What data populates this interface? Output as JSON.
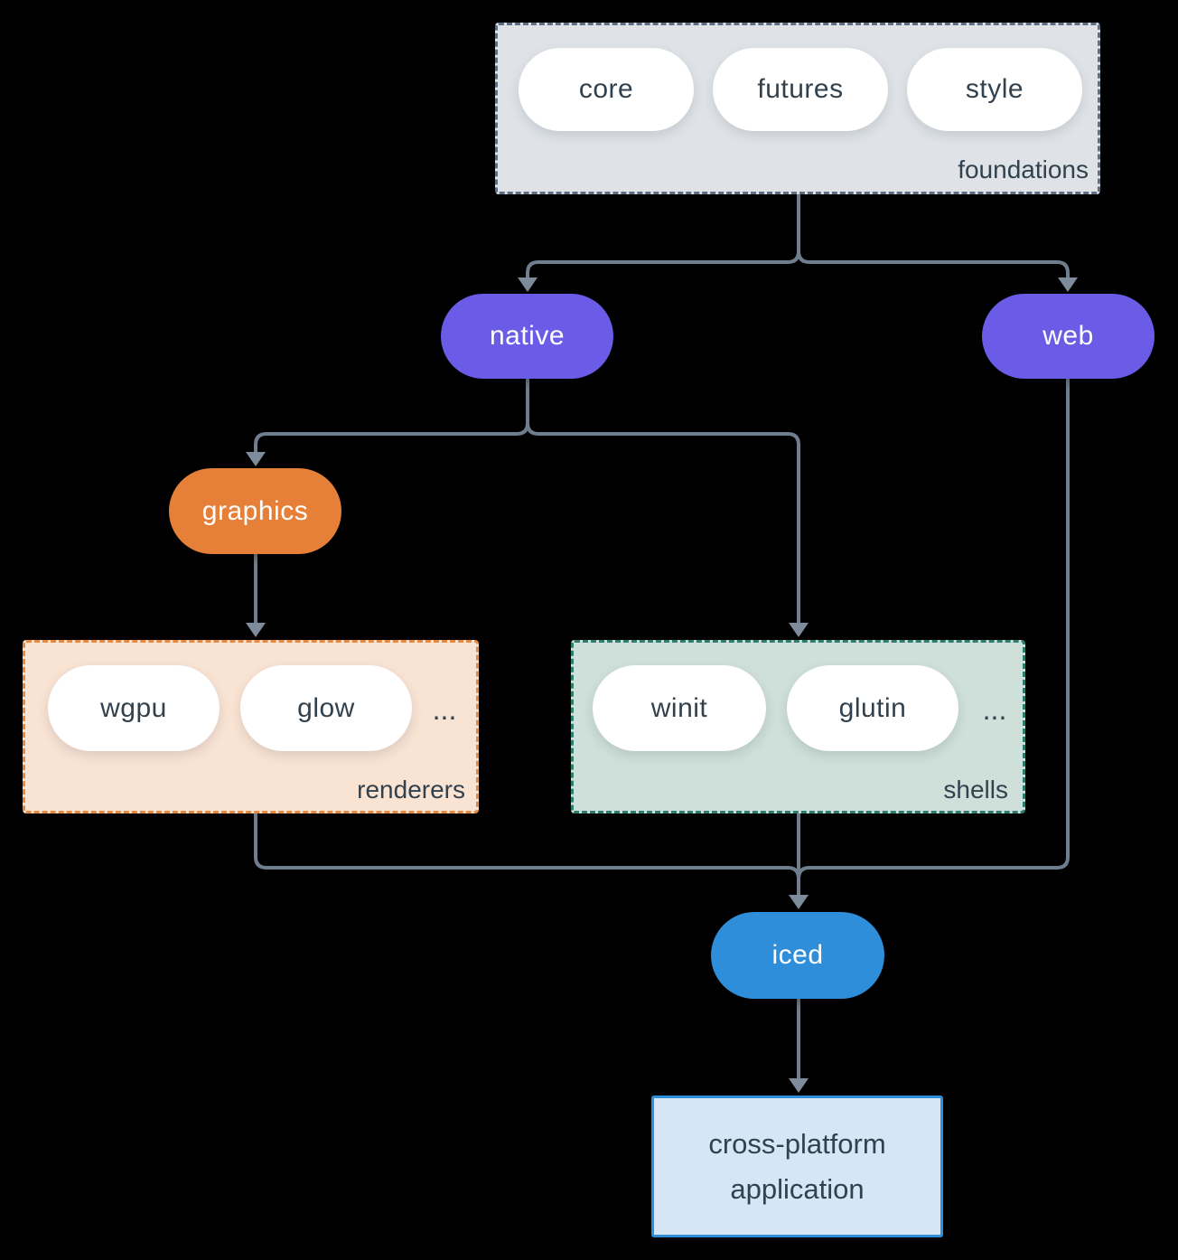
{
  "diagram": {
    "groups": {
      "foundations": {
        "label": "foundations",
        "pills": [
          "core",
          "futures",
          "style"
        ]
      },
      "renderers": {
        "label": "renderers",
        "pills": [
          "wgpu",
          "glow"
        ],
        "ellipsis": "..."
      },
      "shells": {
        "label": "shells",
        "pills": [
          "winit",
          "glutin"
        ],
        "ellipsis": "..."
      }
    },
    "nodes": {
      "native": "native",
      "web": "web",
      "graphics": "graphics",
      "iced": "iced",
      "application": "cross-platform application"
    },
    "colors": {
      "bg": "#000000",
      "arrow": "#6f7e8e",
      "arrowhead": "#7d8b9a",
      "text-dark": "#31414e",
      "pill-white": "#ffffff",
      "purple": "#6b5ce7",
      "orange": "#e67f38",
      "blue": "#2e8ed9",
      "foundations-fill": "#dfe3e7",
      "foundations-border": "#5d6f80",
      "renderers-fill": "#f9e3d3",
      "renderers-border": "#e9893d",
      "shells-fill": "#cfdfd9",
      "shells-border": "#2e7e6e",
      "app-fill": "#d6e6f6",
      "app-border": "#2e8ed9"
    }
  }
}
